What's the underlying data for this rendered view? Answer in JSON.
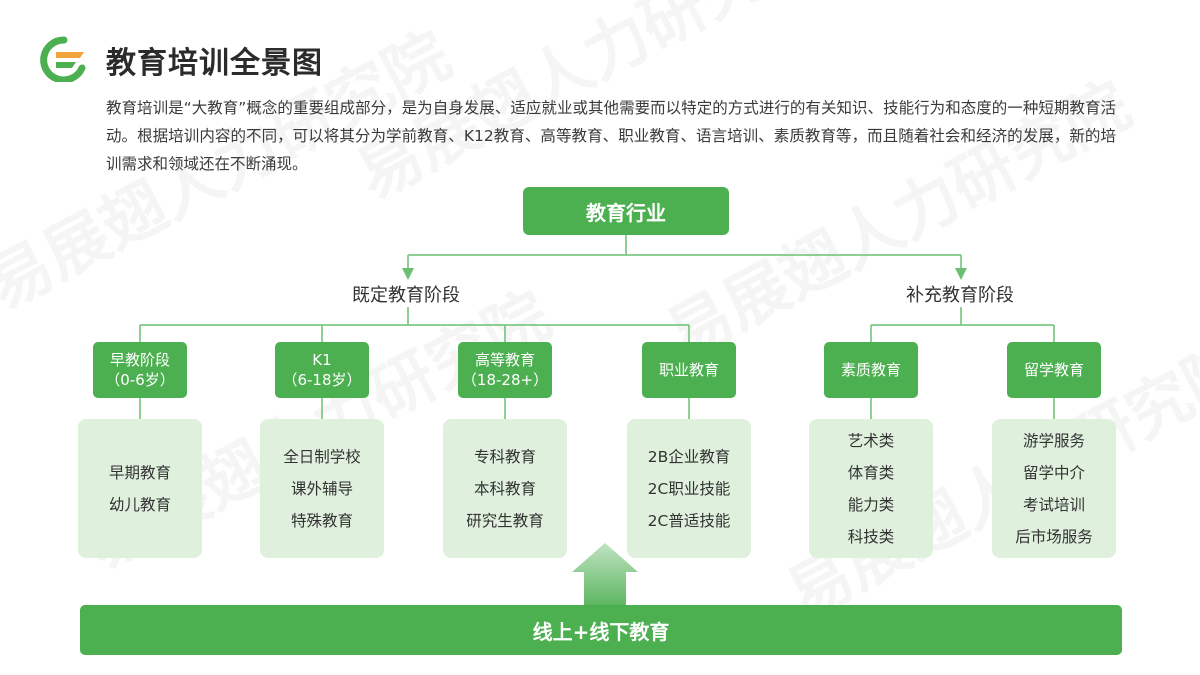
{
  "header": {
    "title": "教育培训全景图",
    "description": "教育培训是“大教育”概念的重要组成部分，是为自身发展、适应就业或其他需要而以特定的方式进行的有关知识、技能行为和态度的一种短期教育活动。根据培训内容的不同，可以将其分为学前教育、K12教育、高等教育、职业教育、语言培训、素质教育等，而且随着社会和经济的发展，新的培训需求和领域还在不断涌现。"
  },
  "watermark": "易展翅人力研究院",
  "diagram": {
    "root": "教育行业",
    "groups": [
      {
        "label": "既定教育阶段",
        "nodes": [
          {
            "line1": "早教阶段",
            "line2": "（0-6岁）",
            "items": [
              "早期教育",
              "幼儿教育"
            ]
          },
          {
            "line1": "K1",
            "line2": "（6-18岁）",
            "items": [
              "全日制学校",
              "课外辅导",
              "特殊教育"
            ]
          },
          {
            "line1": "高等教育",
            "line2": "（18-28+）",
            "items": [
              "专科教育",
              "本科教育",
              "研究生教育"
            ]
          },
          {
            "line1": "职业教育",
            "line2": "",
            "items": [
              "2B企业教育",
              "2C职业技能",
              "2C普适技能"
            ]
          }
        ]
      },
      {
        "label": "补充教育阶段",
        "nodes": [
          {
            "line1": "素质教育",
            "line2": "",
            "items": [
              "艺术类",
              "体育类",
              "能力类",
              "科技类"
            ]
          },
          {
            "line1": "留学教育",
            "line2": "",
            "items": [
              "游学服务",
              "留学中介",
              "考试培训",
              "后市场服务"
            ]
          }
        ]
      }
    ],
    "bottom_bar": "线上+线下教育"
  },
  "colors": {
    "accent": "#4caf50",
    "light": "#dff1dd",
    "line": "#6cc070"
  },
  "icons": {
    "logo": "brand-logo-icon"
  }
}
